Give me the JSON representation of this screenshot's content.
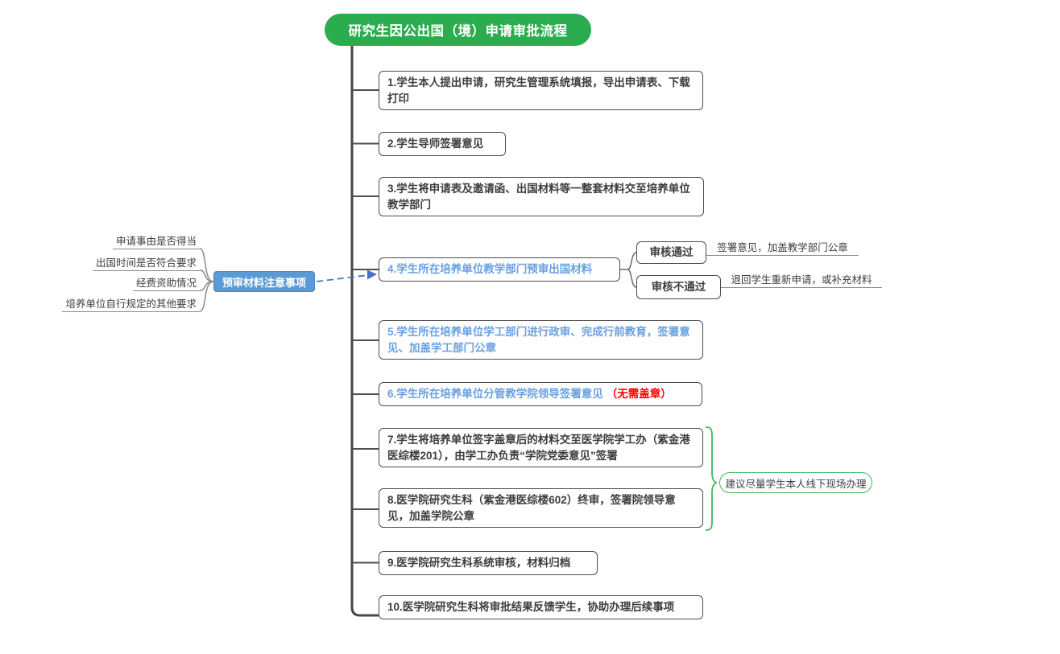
{
  "title": "研究生因公出国（境）申请审批流程",
  "steps": [
    {
      "text": "1.学生本人提出申请，研究生管理系统填报，导出申请表、下载打印"
    },
    {
      "text": "2.学生导师签署意见"
    },
    {
      "text": "3.学生将申请表及邀请函、出国材料等一整套材料交至培养单位教学部门"
    },
    {
      "text": "4.学生所在培养单位教学部门预审出国材料"
    },
    {
      "text": "5.学生所在培养单位学工部门进行政审、完成行前教育，签署意见、加盖学工部门公章"
    },
    {
      "text": "6.学生所在培养单位分管教学院领导签署意见",
      "suffix": "（无需盖章）"
    },
    {
      "text": "7.学生将培养单位签字盖章后的材料交至医学院学工办（紫金港医综楼201），由学工办负责“学院党委意见”签署"
    },
    {
      "text": "8.医学院研究生科（紫金港医综楼602）终审，签署院领导意见，加盖学院公章"
    },
    {
      "text": "9.医学院研究生科系统审核，材料归档"
    },
    {
      "text": "10.医学院研究生科将审批结果反馈学生，协助办理后续事项"
    }
  ],
  "precheck_note": {
    "label": "预审材料注意事项",
    "items": [
      "申请事由是否得当",
      "出国时间是否符合要求",
      "经费资助情况",
      "培养单位自行规定的其他要求"
    ]
  },
  "review_branches": {
    "pass": {
      "label": "审核通过",
      "note": "签署意见，加盖教学部门公章"
    },
    "fail": {
      "label": "审核不通过",
      "note": "退回学生重新申请，或补充材料"
    }
  },
  "bracket_note": "建议尽量学生本人线下现场办理",
  "colors": {
    "title_green": "#2bad4f",
    "blue_step_text": "#69a0e2",
    "red_note_text": "#ff0000",
    "precheck_fill_blue": "#5b9bd5",
    "bracket_green": "#3cb95a",
    "dashed_arrow_blue": "#4472c4"
  }
}
